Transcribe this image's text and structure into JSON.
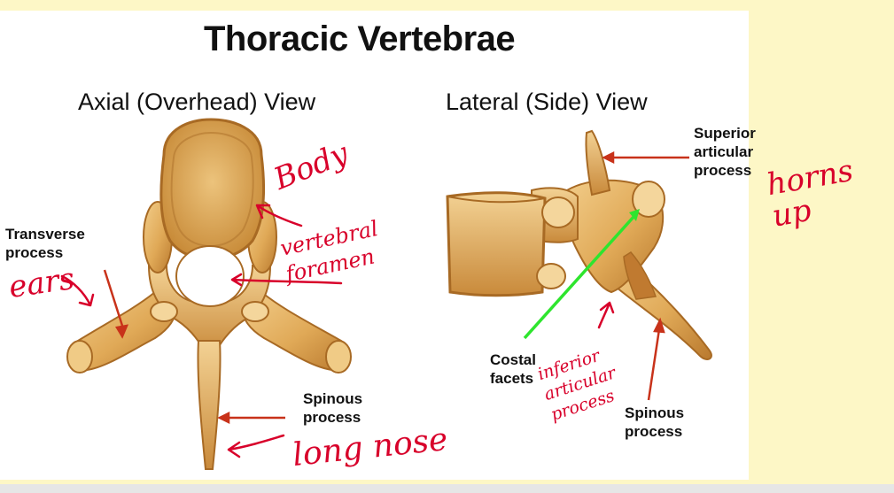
{
  "title": "Thoracic Vertebrae",
  "views": {
    "axial": "Axial (Overhead) View",
    "lateral": "Lateral (Side) View"
  },
  "labels": {
    "transverse_process": "Transverse\nprocess",
    "spinous_process_axial": "Spinous\nprocess",
    "superior_articular_process": "Superior\narticular\nprocess",
    "costal_facets": "Costal\nfacets",
    "spinous_process_lateral": "Spinous\nprocess"
  },
  "handwriting": {
    "body": "Body",
    "foramen": "vertebral foramen",
    "ears": "ears",
    "long_nose": "long nose",
    "horns_up": "horns up",
    "inferior_articular": "inferior articular process"
  },
  "colors": {
    "background": "#fdf7c6",
    "panel": "#ffffff",
    "bone": "#e3ad5c",
    "bone_dark": "#b7782c",
    "pointer_arrow": "#c8321a",
    "costal_arrow": "#2ee52e",
    "ink": "#d8002a"
  }
}
